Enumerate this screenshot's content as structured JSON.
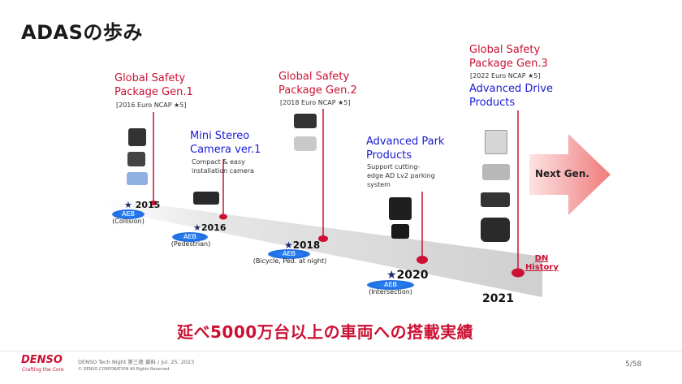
{
  "slide": {
    "title": "ADASの歩み",
    "page": "5/58"
  },
  "milestones": {
    "gsp1": {
      "line1": "Global Safety",
      "line2": "Package Gen.1",
      "note": "[2016 Euro NCAP ★5]"
    },
    "stereo": {
      "line1": "Mini Stereo",
      "line2": "Camera ver.1",
      "desc1": "Compact & easy",
      "desc2": "installation camera"
    },
    "gsp2": {
      "line1": "Global Safety",
      "line2": "Package Gen.2",
      "note": "[2018 Euro NCAP ★5]"
    },
    "park": {
      "line1": "Advanced Park",
      "line2": "Products",
      "desc1": "Support cutting-",
      "desc2": "edge AD Lv2 parking",
      "desc3": "system"
    },
    "gsp3": {
      "line1": "Global Safety",
      "line2": "Package Gen.3",
      "note": "[2022 Euro NCAP ★5]",
      "line3": "Advanced Drive",
      "line4": "Products"
    }
  },
  "years": {
    "y2015": "2015",
    "y2016": "2016",
    "y2018": "2018",
    "y2020": "2020",
    "y2021": "2021"
  },
  "aeb": {
    "a1": {
      "label": "AEB",
      "caption": "(Collision)"
    },
    "a2": {
      "label": "AEB",
      "caption": "(Pedestrian)"
    },
    "a3": {
      "label": "AEB",
      "caption": "(Bicycle, Ped. at night)"
    },
    "a4": {
      "label": "AEB",
      "caption": "(Intersection)"
    }
  },
  "next_gen": {
    "label": "Next Gen."
  },
  "dn_history": {
    "line1": "DN",
    "line2": "History"
  },
  "slogan": "延べ5000万台以上の車両への搭載実績",
  "footer": {
    "brand": "DENSO",
    "tagline": "Crafting the Core",
    "event": "DENSO Tech Night 第三夜 資料 / Jul. 25, 2023",
    "copyright": "© DENSO CORPORATION All Rights Reserved."
  },
  "colors": {
    "accent_red": "#cc1133",
    "accent_blue": "#1a1ad4",
    "aeb_blue": "#1f6ee0",
    "timeline_grey": "#d0d0d0"
  }
}
